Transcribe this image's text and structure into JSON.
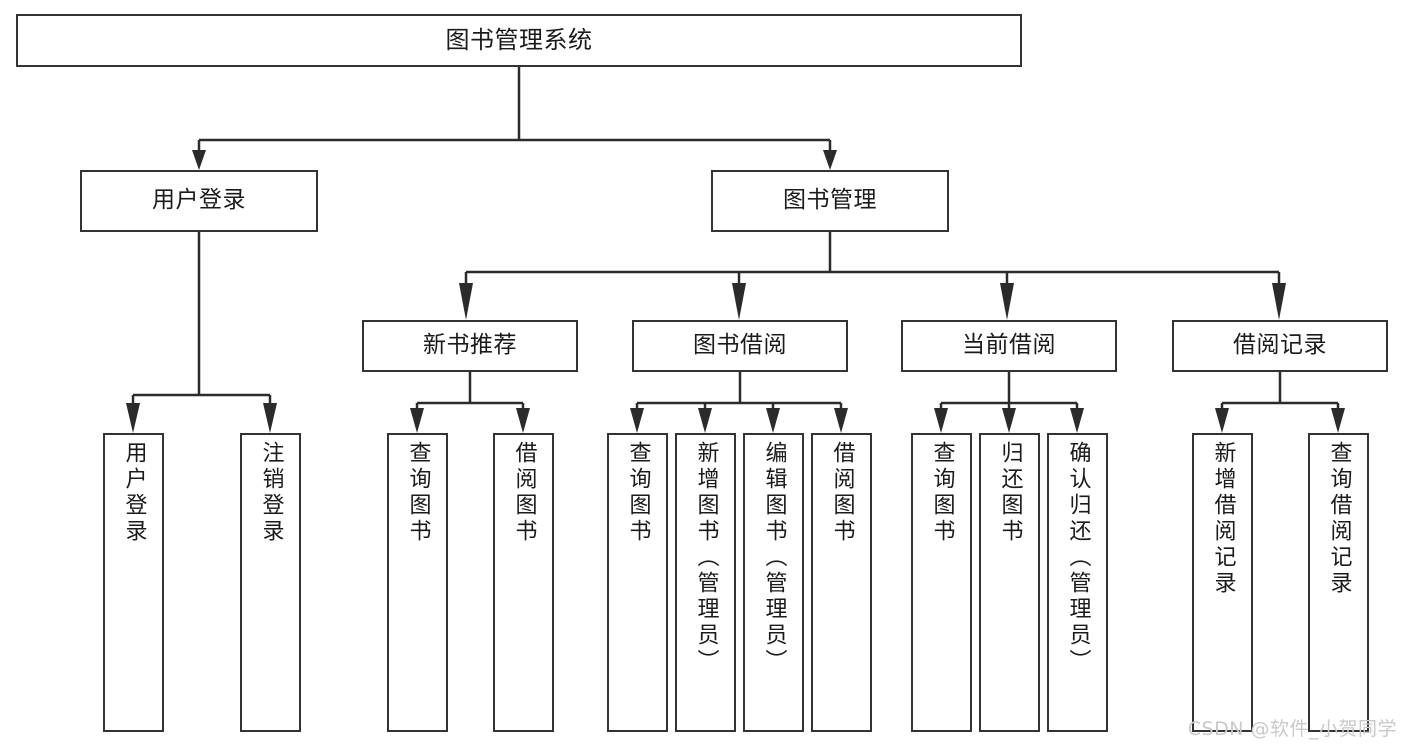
{
  "diagram": {
    "title": "图书管理系统",
    "type": "hierarchy-tree",
    "levels": 4,
    "root": {
      "id": "root",
      "label": "图书管理系统",
      "orientation": "horizontal"
    },
    "level2": [
      {
        "id": "user-login",
        "label": "用户登录",
        "orientation": "horizontal"
      },
      {
        "id": "book-management",
        "label": "图书管理",
        "orientation": "horizontal"
      }
    ],
    "level3": [
      {
        "id": "new-book-recommend",
        "label": "新书推荐",
        "orientation": "horizontal",
        "parent": "book-management"
      },
      {
        "id": "book-borrow",
        "label": "图书借阅",
        "orientation": "horizontal",
        "parent": "book-management"
      },
      {
        "id": "current-borrow",
        "label": "当前借阅",
        "orientation": "horizontal",
        "parent": "book-management"
      },
      {
        "id": "borrow-record",
        "label": "借阅记录",
        "orientation": "horizontal",
        "parent": "book-management"
      }
    ],
    "leaves": [
      {
        "id": "leaf-user-login",
        "label": "用户登录",
        "orientation": "vertical",
        "parent": "user-login"
      },
      {
        "id": "leaf-logout-login",
        "label": "注销登录",
        "orientation": "vertical",
        "parent": "user-login"
      },
      {
        "id": "leaf-query-book-1",
        "label": "查询图书",
        "orientation": "vertical",
        "parent": "new-book-recommend"
      },
      {
        "id": "leaf-borrow-book-1",
        "label": "借阅图书",
        "orientation": "vertical",
        "parent": "new-book-recommend"
      },
      {
        "id": "leaf-query-book-2",
        "label": "查询图书",
        "orientation": "vertical",
        "parent": "book-borrow"
      },
      {
        "id": "leaf-add-book",
        "label": "新增图书（管理员）",
        "orientation": "vertical",
        "parent": "book-borrow"
      },
      {
        "id": "leaf-edit-book",
        "label": "编辑图书（管理员）",
        "orientation": "vertical",
        "parent": "book-borrow"
      },
      {
        "id": "leaf-borrow-book-2",
        "label": "借阅图书",
        "orientation": "vertical",
        "parent": "book-borrow"
      },
      {
        "id": "leaf-query-book-3",
        "label": "查询图书",
        "orientation": "vertical",
        "parent": "current-borrow"
      },
      {
        "id": "leaf-return-book",
        "label": "归还图书",
        "orientation": "vertical",
        "parent": "current-borrow"
      },
      {
        "id": "leaf-confirm-return",
        "label": "确认归还（管理员）",
        "orientation": "vertical",
        "parent": "current-borrow"
      },
      {
        "id": "leaf-add-record",
        "label": "新增借阅记录",
        "orientation": "vertical",
        "parent": "borrow-record"
      },
      {
        "id": "leaf-query-record",
        "label": "查询借阅记录",
        "orientation": "vertical",
        "parent": "borrow-record"
      }
    ]
  },
  "watermark": {
    "text": "CSDN @软件_小贺同学"
  },
  "colors": {
    "box_border": "#333333",
    "box_fill": "#ffffff",
    "connector": "#2b2b2b",
    "text": "#1b1b1b",
    "watermark": "#c9c9c9",
    "background": "#ffffff"
  }
}
